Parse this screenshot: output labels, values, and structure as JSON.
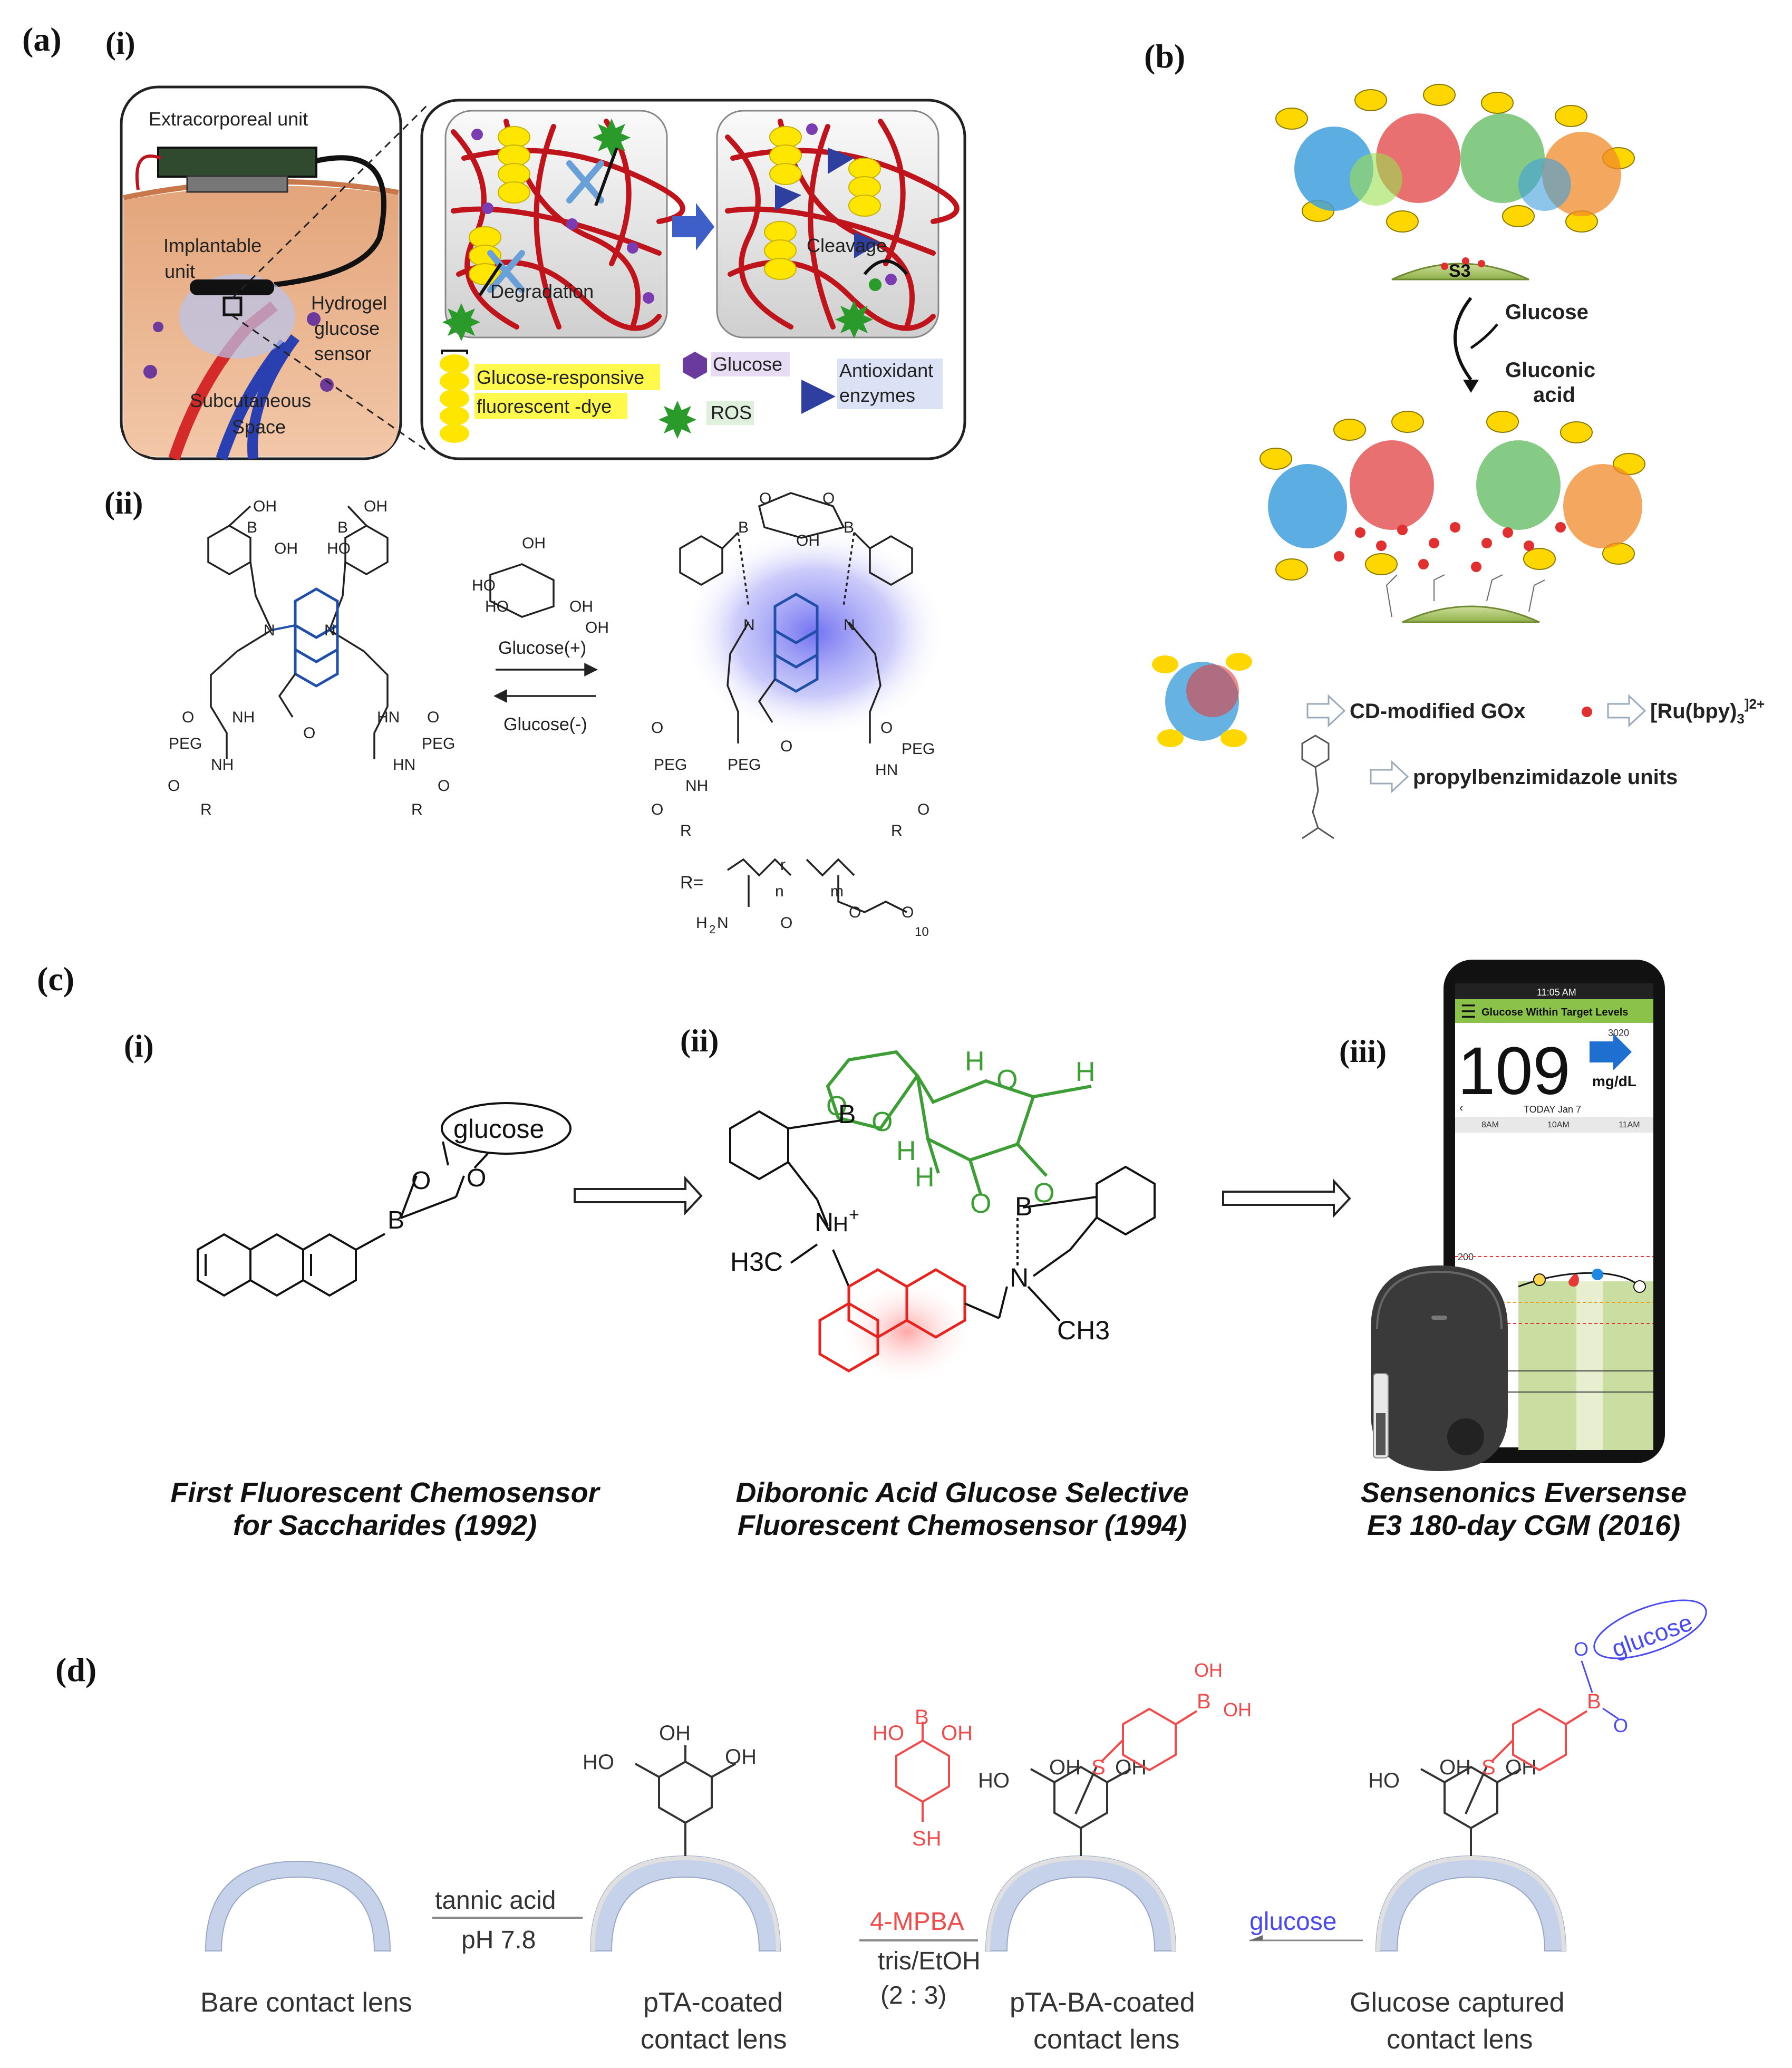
{
  "panels": {
    "a": "(a)",
    "b": "(b)",
    "c": "(c)",
    "d": "(d)",
    "a_i": "(i)",
    "a_ii": "(ii)",
    "c_i": "(i)",
    "c_ii": "(ii)",
    "c_iii": "(iii)"
  },
  "a_i": {
    "extracorporeal": "Extracorporeal unit",
    "implantable_1": "Implantable",
    "implantable_2": "unit",
    "hydrogel_1": "Hydrogel",
    "hydrogel_2": "glucose",
    "hydrogel_3": "sensor",
    "subcut_1": "Subcutaneous",
    "subcut_2": "Space",
    "degradation": "Degradation",
    "cleavage": "Cleavage",
    "legend_dye_1": "Glucose-responsive",
    "legend_dye_2": "fluorescent -dye",
    "legend_glucose": "Glucose",
    "legend_ros": "ROS",
    "legend_enzyme_1": "Antioxidant",
    "legend_enzyme_2": "enzymes"
  },
  "a_ii": {
    "glucose_plus": "Glucose(+)",
    "glucose_minus": "Glucose(-)",
    "r_label": "R="
  },
  "b": {
    "s3": "S3",
    "glucose": "Glucose",
    "gluconic_1": "Gluconic",
    "gluconic_2": "acid",
    "legend_gox": "CD-modified GOx",
    "legend_ru": "[Ru(bpy)",
    "legend_ru_sub": "3",
    "legend_ru_sup": "]2+",
    "legend_pbi": "propylbenzimidazole units"
  },
  "c": {
    "glucose_tag": "glucose",
    "caption_i_1": "First Fluorescent Chemosensor",
    "caption_i_2": "for Saccharides (1992)",
    "caption_ii_1": "Diboronic Acid Glucose Selective",
    "caption_ii_2": "Fluorescent Chemosensor (1994)",
    "caption_iii_1": "Sensenonics Eversense",
    "caption_iii_2": "E3 180-day CGM (2016)",
    "phone_time": "11:05 AM",
    "phone_header": "Glucose Within Target Levels",
    "phone_value": "109",
    "phone_unit": "mg/dL",
    "phone_small": "3020",
    "phone_date": "TODAY Jan 7",
    "phone_t1": "8AM",
    "phone_t2": "10AM",
    "phone_t3": "11AM",
    "phone_200": "200",
    "h3c": "H3C",
    "ch3": "CH3"
  },
  "d": {
    "bare": "Bare contact lens",
    "tannic": "tannic acid",
    "ph": "pH 7.8",
    "pta_1": "pTA-coated",
    "pta_2": "contact lens",
    "mpba": "4-MPBA",
    "tris": "tris/EtOH",
    "ratio": "(2 : 3)",
    "ptaba_1": "pTA-BA-coated",
    "ptaba_2": "contact lens",
    "glucose": "glucose",
    "captured_1": "Glucose captured",
    "captured_2": "contact lens",
    "glucose_oval": "glucose"
  },
  "colors": {
    "hydrogel_red": "#c0141c",
    "dye_yellow": "#ffe600",
    "anthracene_blue": "#1f4fa8",
    "glow_blue": "#6a6af0",
    "green_chem": "#3c9e35",
    "red_chem": "#e8231d",
    "mpba_red": "#f04a4a",
    "lens_blue": "#c5d2ea",
    "phone_green": "#8bc34a"
  }
}
